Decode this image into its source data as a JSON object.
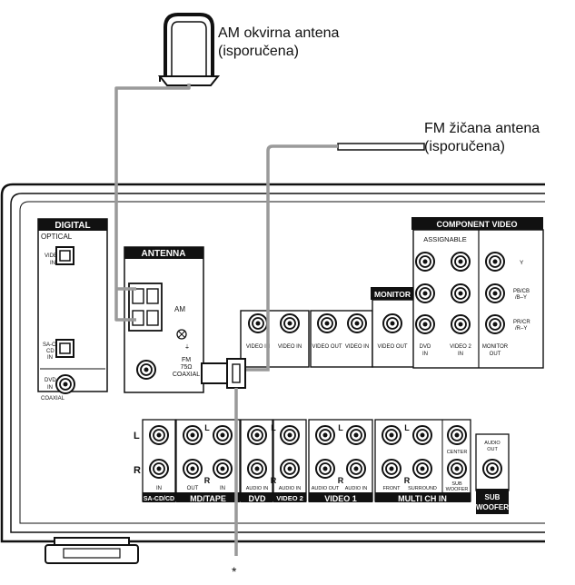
{
  "callouts": {
    "am": {
      "line1": "AM okvirna antena",
      "line2": "(isporučena)"
    },
    "fm": {
      "line1": "FM žičana antena",
      "line2": "(isporučena)"
    },
    "asterisk": "*"
  },
  "panel": {
    "digital": {
      "header": "DIGITAL",
      "sub": "OPTICAL",
      "video2_in": [
        "VIDEO 2",
        "IN"
      ],
      "sacd_in": [
        "SA-CD/",
        "CD",
        "IN"
      ],
      "dvd_in": [
        "DVD",
        "IN"
      ],
      "coaxial": "COAXIAL"
    },
    "antenna": {
      "header": "ANTENNA",
      "am": "AM",
      "fm": [
        "FM",
        "75Ω",
        "COAXIAL"
      ]
    },
    "monitor": "MONITOR",
    "component_video": {
      "header": "COMPONENT VIDEO",
      "assignable": "ASSIGNABLE",
      "row_labels": [
        "Y",
        "PB/CB",
        "/B–Y",
        "PR/CR",
        "/R–Y"
      ],
      "column_labels": [
        [
          "DVD",
          "IN"
        ],
        [
          "VIDEO 2",
          "IN"
        ],
        [
          "MONITOR",
          "OUT"
        ]
      ]
    },
    "video_jacks": {
      "labels": [
        "VIDEO IN",
        "VIDEO IN",
        "VIDEO OUT",
        "VIDEO IN",
        "VIDEO OUT"
      ]
    },
    "audio_sections": {
      "lr": [
        "L",
        "R"
      ],
      "sacd": {
        "jack": "IN",
        "name": "SA-CD/CD"
      },
      "md_tape": {
        "jacks": [
          "OUT",
          "IN"
        ],
        "name": "MD/TAPE"
      },
      "dvd": {
        "jack": "AUDIO IN",
        "name": "DVD"
      },
      "video2": {
        "jack": "AUDIO IN",
        "name": "VIDEO 2"
      },
      "video1": {
        "jacks": [
          "AUDIO OUT",
          "AUDIO IN"
        ],
        "name": "VIDEO 1"
      },
      "multi": {
        "jacks": [
          "FRONT",
          "SURROUND"
        ],
        "center": "CENTER",
        "sub": [
          "SUB",
          "WOOFER"
        ],
        "name": "MULTI CH IN"
      },
      "subwoofer": {
        "top": [
          "AUDIO",
          "OUT"
        ],
        "name": [
          "SUB",
          "WOOFER"
        ]
      }
    }
  }
}
